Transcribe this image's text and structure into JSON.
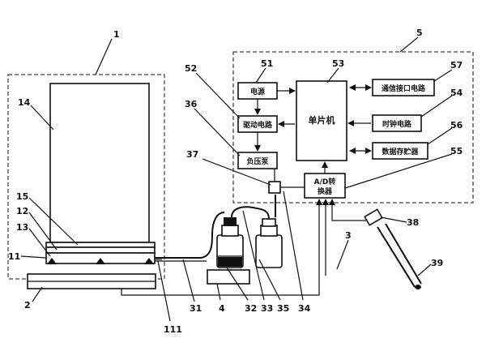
{
  "numbers": {
    "n1": "1",
    "n14": "14",
    "n15": "15",
    "n12": "12",
    "n13": "13",
    "n11": "11",
    "n2": "2",
    "n31": "31",
    "n4": "4",
    "n32": "32",
    "n33": "33",
    "n35": "35",
    "n34": "34",
    "n111": "111",
    "n3": "3",
    "n38": "38",
    "n39": "39",
    "n5": "5",
    "n51": "51",
    "n52": "52",
    "n36": "36",
    "n37": "37",
    "n53": "53",
    "n57": "57",
    "n54": "54",
    "n56": "56",
    "n55": "55"
  },
  "blocks": {
    "power": "电源",
    "driver": "驱动电路",
    "mcu": "单片机",
    "comm": "通信接口电路",
    "clock": "时钟电路",
    "memory": "数据存贮器",
    "pump": "负压泵",
    "adc_line1": "A/D转",
    "adc_line2": "换器"
  }
}
